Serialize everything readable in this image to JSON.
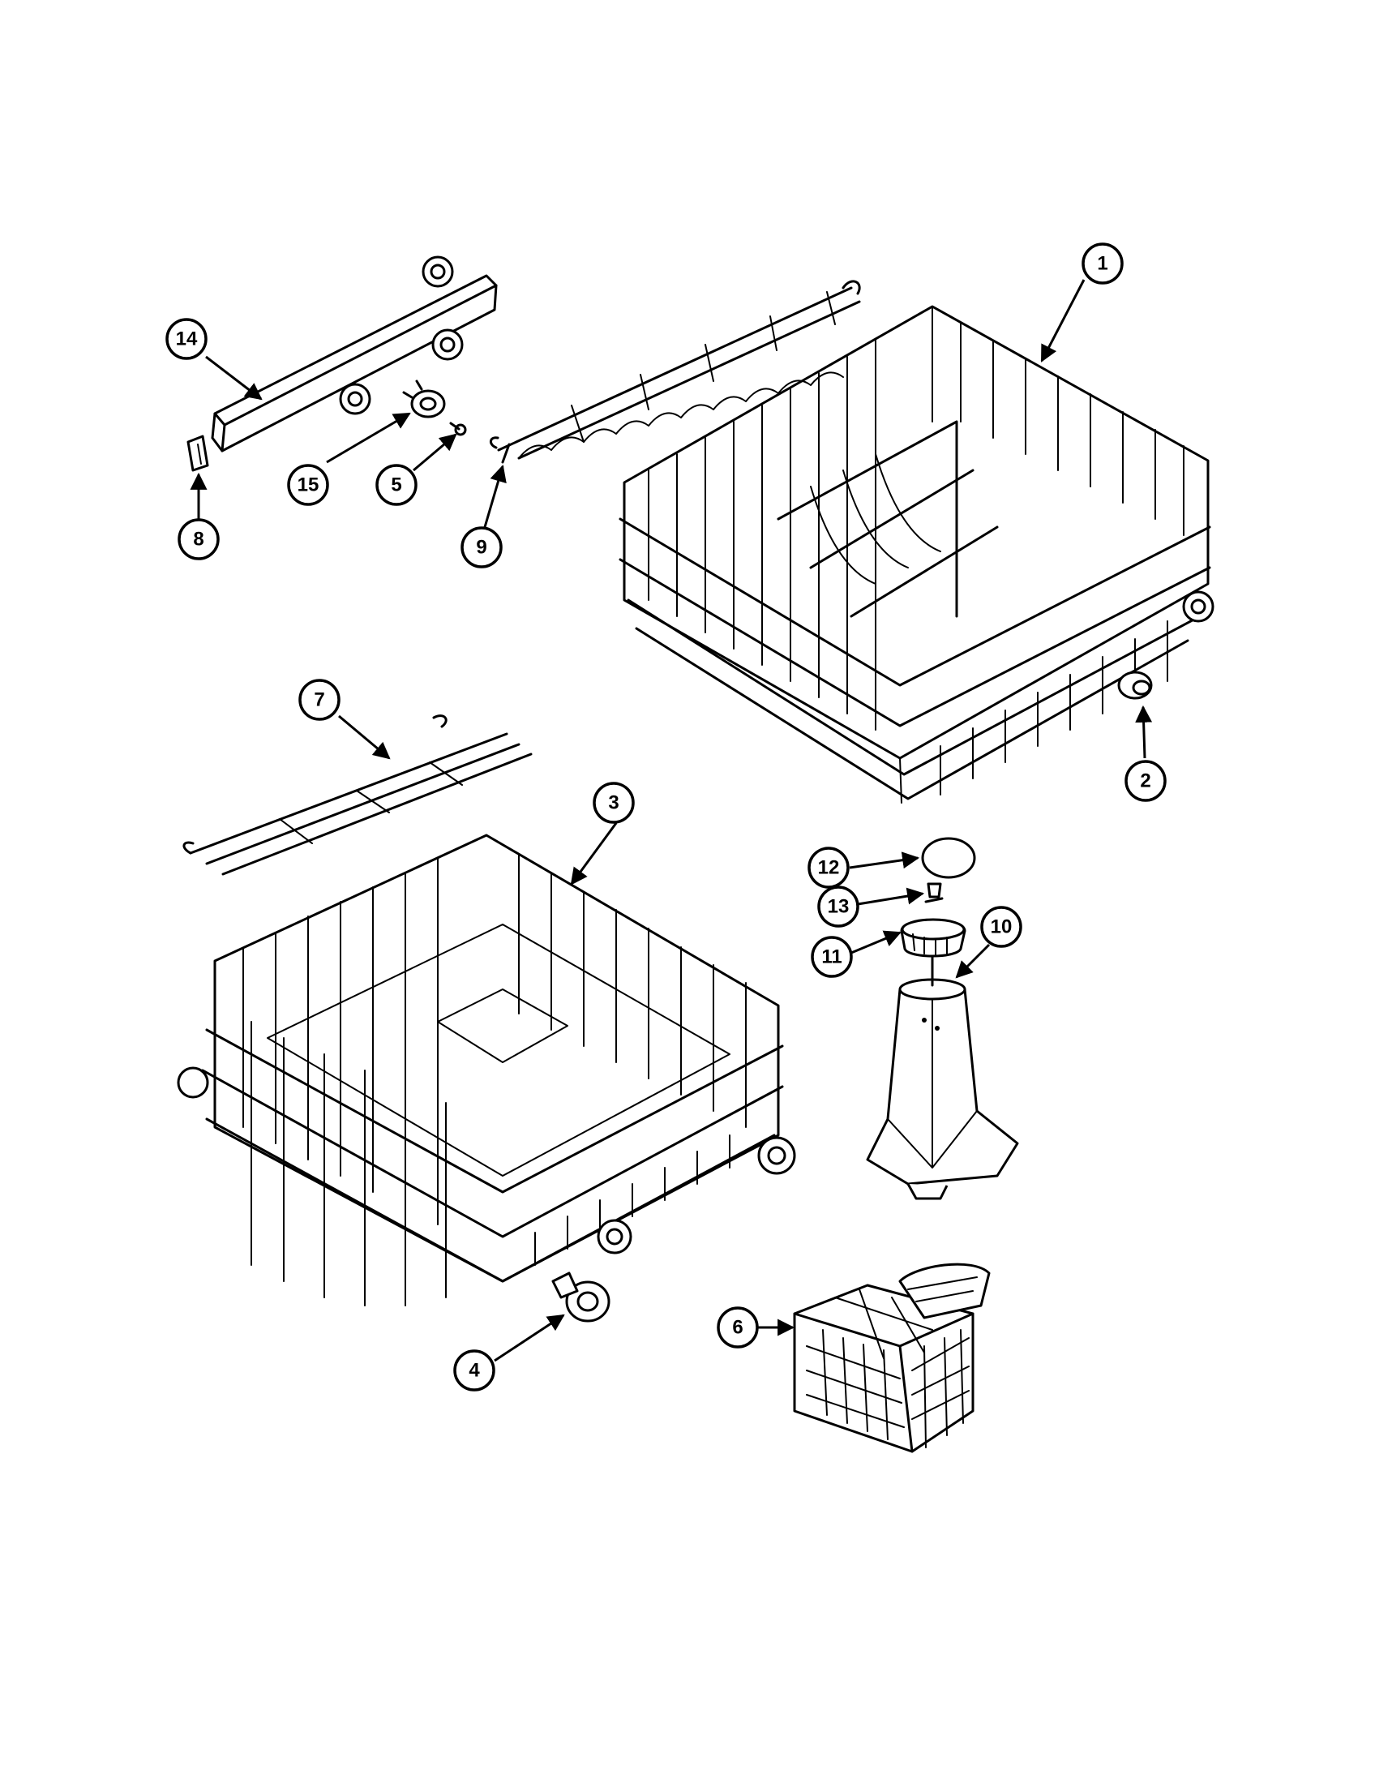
{
  "diagram": {
    "colors": {
      "line": "#000000",
      "background": "#ffffff"
    },
    "callouts": [
      {
        "id": "1",
        "label": "1"
      },
      {
        "id": "2",
        "label": "2"
      },
      {
        "id": "3",
        "label": "3"
      },
      {
        "id": "4",
        "label": "4"
      },
      {
        "id": "5",
        "label": "5"
      },
      {
        "id": "6",
        "label": "6"
      },
      {
        "id": "7",
        "label": "7"
      },
      {
        "id": "8",
        "label": "8"
      },
      {
        "id": "9",
        "label": "9"
      },
      {
        "id": "10",
        "label": "10"
      },
      {
        "id": "11",
        "label": "11"
      },
      {
        "id": "12",
        "label": "12"
      },
      {
        "id": "13",
        "label": "13"
      },
      {
        "id": "14",
        "label": "14"
      },
      {
        "id": "15",
        "label": "15"
      }
    ]
  }
}
